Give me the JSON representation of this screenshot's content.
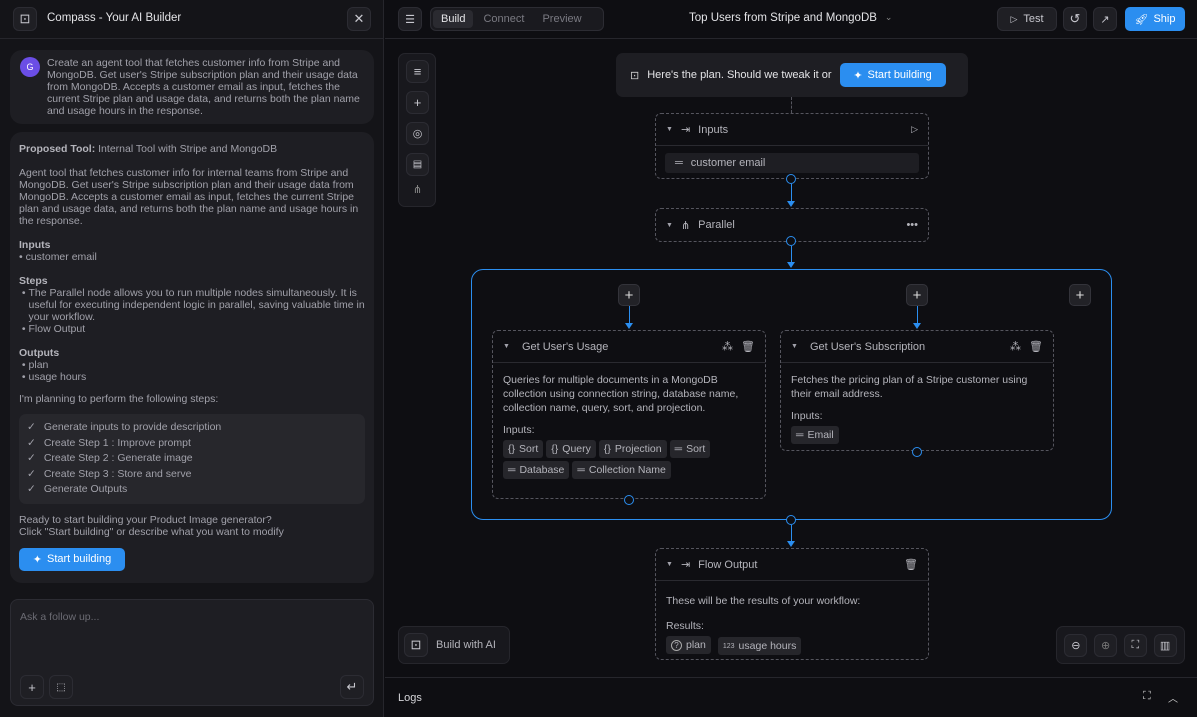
{
  "left_panel": {
    "title": "Compass - Your AI Builder",
    "user_avatar": "G",
    "user_message": "Create an agent tool that fetches customer info from Stripe and MongoDB. Get user's Stripe subscription plan and their usage data from MongoDB. Accepts a customer email as input, fetches the current Stripe plan and usage data, and returns both the plan name and usage hours in the response.",
    "response": {
      "proposed_label": "Proposed Tool:",
      "proposed_value": "Internal Tool with Stripe and MongoDB",
      "description": "Agent tool that fetches customer info for internal teams from Stripe and MongoDB. Get user's Stripe subscription plan and their usage data from MongoDB. Accepts a customer email as input, fetches the current Stripe plan and usage data, and returns both the plan name and usage hours in the response.",
      "inputs_title": "Inputs",
      "inputs": [
        "customer email"
      ],
      "steps_title": "Steps",
      "steps": [
        "The Parallel node allows you to run multiple nodes simultaneously. It is useful for executing independent logic in parallel, saving valuable time in your workflow.",
        "Flow Output"
      ],
      "outputs_title": "Outputs",
      "outputs": [
        "plan",
        "usage hours"
      ],
      "planning_text": "I'm planning to perform the following steps:",
      "checklist": [
        "Generate inputs to provide description",
        "Create Step 1 : Improve prompt",
        "Create Step 2 : Generate image",
        "Create Step 3 : Store and serve",
        "Generate Outputs"
      ],
      "ready_line1": "Ready to start building your Product Image generator?",
      "ready_line2": "Click \"Start building\" or describe what you want to modify",
      "start_button": "Start building"
    },
    "followup_placeholder": "Ask a follow up..."
  },
  "topbar": {
    "tabs": [
      "Build",
      "Connect",
      "Preview"
    ],
    "active_tab": "Build",
    "title": "Top Users from Stripe and MongoDB",
    "test_label": "Test",
    "ship_label": "Ship"
  },
  "canvas": {
    "plan_banner": "Here's the plan. Should we tweak it or",
    "plan_button": "Start building",
    "inputs_node": {
      "title": "Inputs",
      "field": "customer email"
    },
    "parallel_node": {
      "title": "Parallel"
    },
    "usage_node": {
      "title": "Get User's Usage",
      "description": "Queries for multiple documents in a MongoDB collection using connection string, database name, collection name, query, sort, and projection.",
      "inputs_label": "Inputs:",
      "inputs": [
        {
          "icon": "{}",
          "label": "Sort"
        },
        {
          "icon": "{}",
          "label": "Query"
        },
        {
          "icon": "{}",
          "label": "Projection"
        },
        {
          "icon": "text",
          "label": "Sort"
        },
        {
          "icon": "text",
          "label": "Database"
        },
        {
          "icon": "text",
          "label": "Collection Name"
        }
      ]
    },
    "subscription_node": {
      "title": "Get User's Subscription",
      "description": "Fetches the pricing plan of a Stripe customer using their email address.",
      "inputs_label": "Inputs:",
      "inputs": [
        {
          "icon": "text",
          "label": "Email"
        }
      ]
    },
    "output_node": {
      "title": "Flow Output",
      "description": "These will be the results of your workflow:",
      "results_label": "Results:",
      "results": [
        {
          "icon": "?",
          "label": "plan"
        },
        {
          "icon": "123",
          "label": "usage hours"
        }
      ]
    },
    "build_ai": "Build with AI",
    "logs": "Logs"
  },
  "colors": {
    "accent": "#2b8ef0",
    "avatar": "#6b4ee6"
  }
}
